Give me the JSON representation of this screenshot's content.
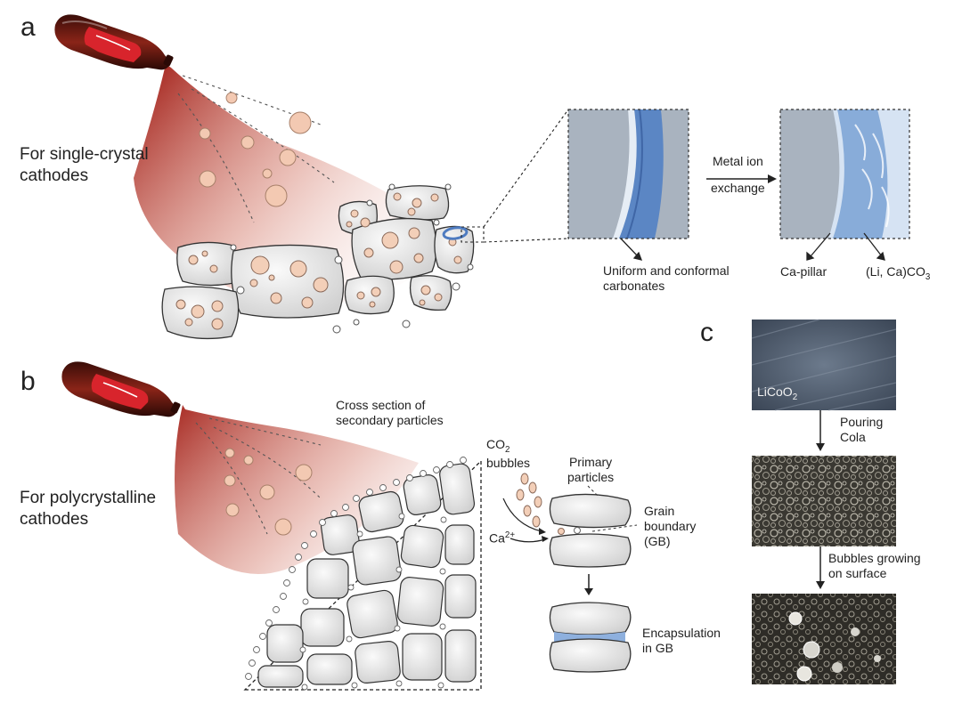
{
  "panels": {
    "a": {
      "letter": "a",
      "title_line1": "For single-crystal",
      "title_line2": "cathodes",
      "arrow_line1": "Metal ion",
      "arrow_line2": "exchange",
      "uniform_line1": "Uniform and conformal",
      "uniform_line2": "carbonates",
      "ca_pillar": "Ca-pillar",
      "carbonate_main": "(Li, Ca)CO",
      "carbonate_sub": "3"
    },
    "b": {
      "letter": "b",
      "title_line1": "For polycrystalline",
      "title_line2": "cathodes",
      "cross_line1": "Cross section of",
      "cross_line2": "secondary particles",
      "co2_main": "CO",
      "co2_sub": "2",
      "co2_line2": "bubbles",
      "primary_line1": "Primary",
      "primary_line2": "particles",
      "grain_line1": "Grain",
      "grain_line2": "boundary",
      "grain_line3": "(GB)",
      "ca_main": "Ca",
      "ca_sup": "2+",
      "encap_line1": "Encapsulation",
      "encap_line2": "in GB"
    },
    "c": {
      "letter": "c",
      "sample_main": "LiCoO",
      "sample_sub": "2",
      "step1_line1": "Pouring",
      "step1_line2": "Cola",
      "step2_line1": "Bubbles growing",
      "step2_line2": "on surface"
    }
  },
  "colors": {
    "spray": "#b03028",
    "coating": "#5b86c4",
    "particle_fill": "#e4e4e4",
    "bubble_fill": "#f3cfb8",
    "bottle": "#7a1e16",
    "label_red": "#d8242c"
  }
}
